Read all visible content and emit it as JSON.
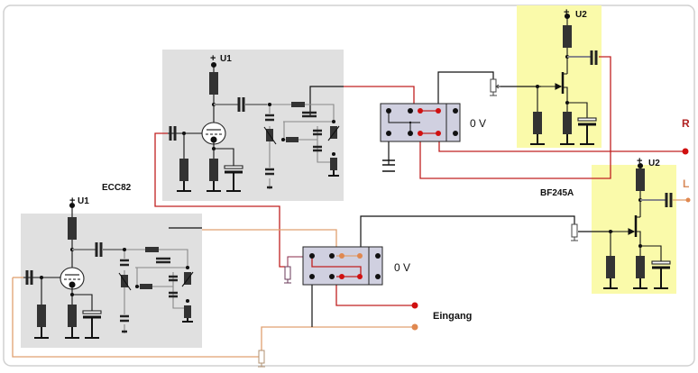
{
  "diagram": {
    "type": "circuit-schematic",
    "description": "Two-channel tube (ECC82) RIAA/tone stage with FET (BF245A) output buffers, switched via two DPDT switches",
    "colors": {
      "background": "#ffffff",
      "frame": "#d0d0d0",
      "tube_panel": "#e0e0e0",
      "fet_panel": "#fafaaa",
      "switch_body": "#d0d0e0",
      "wire_black": "#111111",
      "wire_grey": "#8a8a8a",
      "wire_red": "#c02020",
      "wire_orange": "#e0a070",
      "terminal_red": "#d01010",
      "terminal_orange": "#e08850",
      "component": "#333333"
    },
    "labels": {
      "tube_type": "ECC82",
      "fet_type": "BF245A",
      "supply_upper_tube": "U1",
      "supply_lower_tube": "U1",
      "supply_upper_fet": "U2",
      "supply_lower_fet": "U2",
      "plus_sign": "+",
      "switch_upper_label": "0 V",
      "switch_lower_label": "0 V",
      "output_right": "R",
      "output_left": "L",
      "input_label": "Eingang"
    },
    "blocks": [
      {
        "id": "tube-stage-upper",
        "kind": "ECC82 triode stage",
        "supply": "U1"
      },
      {
        "id": "tube-stage-lower",
        "kind": "ECC82 triode stage",
        "supply": "U1"
      },
      {
        "id": "fet-stage-upper",
        "kind": "BF245A source follower",
        "supply": "U2",
        "output": "R"
      },
      {
        "id": "fet-stage-lower",
        "kind": "BF245A source follower",
        "supply": "U2",
        "output": "L"
      },
      {
        "id": "switch-upper",
        "kind": "DPDT switch",
        "label": "0 V"
      },
      {
        "id": "switch-lower",
        "kind": "DPDT switch",
        "label": "0 V"
      }
    ],
    "terminals": [
      {
        "id": "out-R",
        "label": "R",
        "color": "red"
      },
      {
        "id": "out-L",
        "label": "L",
        "color": "orange"
      },
      {
        "id": "in-red",
        "label": "Eingang",
        "color": "red"
      },
      {
        "id": "in-orange",
        "label": "Eingang",
        "color": "orange"
      }
    ]
  }
}
